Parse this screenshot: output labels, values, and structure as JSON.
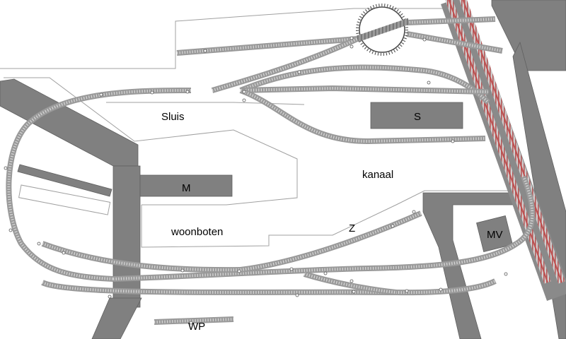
{
  "labels": {
    "sluis": "Sluis",
    "kanaal": "kanaal",
    "woonboten": "woonboten",
    "z": "Z",
    "m": "M",
    "s": "S",
    "mv": "MV",
    "wp": "WP"
  },
  "colors": {
    "track_ballast": "#9a9a9a",
    "track_rail": "#d8d8d8",
    "track_sleeper": "#6e6e6e",
    "building": "#808080",
    "outline": "#8a8a8a",
    "mainline_rail": "#c05050",
    "joint_marker": "#ffffff"
  }
}
